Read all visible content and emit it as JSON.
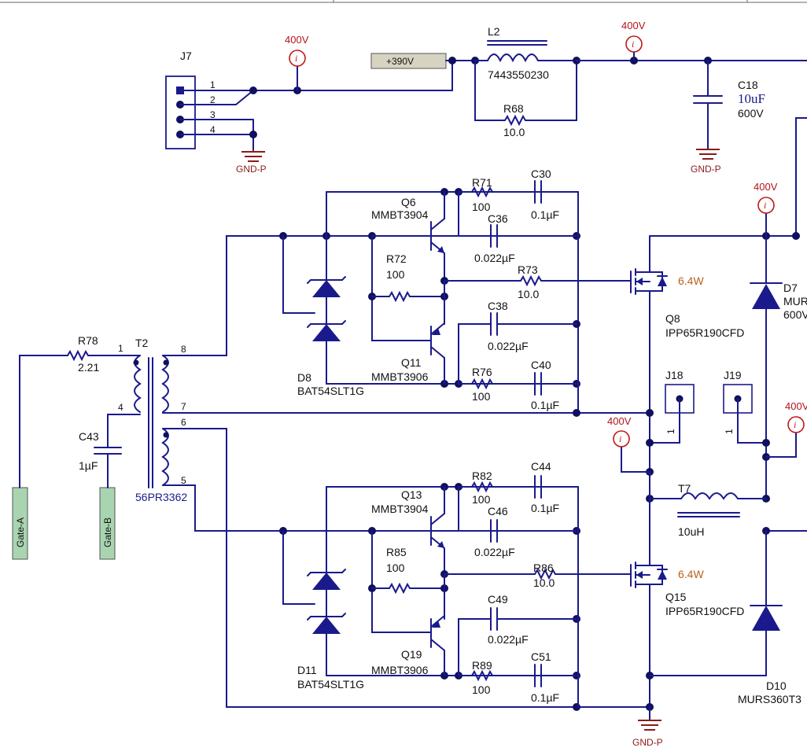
{
  "labels": {
    "J7": "J7",
    "pin1": "1",
    "pin2": "2",
    "pin3": "3",
    "pin4": "4",
    "v390": "+390V",
    "L2": "L2",
    "L2pn": "7443550230",
    "R68": "R68",
    "R68v": "10.0",
    "C18": "C18",
    "C18v": "10uF",
    "C18r": "600V",
    "Q6": "Q6",
    "Q6pn": "MMBT3904",
    "R71": "R71",
    "R71v": "100",
    "C30": "C30",
    "C30v": "0.1µF",
    "C36": "C36",
    "C36v": "0.022µF",
    "R72": "R72",
    "R72v": "100",
    "R73": "R73",
    "R73v": "10.0",
    "C38": "C38",
    "C38v": "0.022µF",
    "Q11": "Q11",
    "Q11pn": "MMBT3906",
    "R76": "R76",
    "R76v": "100",
    "C40": "C40",
    "C40v": "0.1µF",
    "D8": "D8",
    "D8pn": "BAT54SLT1G",
    "Q8": "Q8",
    "Q8pn": "IPP65R190CFD",
    "Q8pw": "6.4W",
    "D7": "D7",
    "D7pn": "MUR",
    "D7r": "600V",
    "R78": "R78",
    "R78v": "2.21",
    "T2": "T2",
    "T2pn": "56PR3362",
    "tp1": "1",
    "tp4": "4",
    "tp5": "5",
    "tp6": "6",
    "tp7": "7",
    "tp8": "8",
    "C43": "C43",
    "C43v": "1µF",
    "J18": "J18",
    "J19": "J19",
    "J18p": "1",
    "J19p": "1",
    "T7": "T7",
    "T7v": "10uH",
    "Q13": "Q13",
    "Q13pn": "MMBT3904",
    "R82": "R82",
    "R82v": "100",
    "C44": "C44",
    "C44v": "0.1µF",
    "C46": "C46",
    "C46v": "0.022µF",
    "R85": "R85",
    "R85v": "100",
    "R86": "R86",
    "R86v": "10.0",
    "Q15": "Q15",
    "Q15pn": "IPP65R190CFD",
    "Q15pw": "6.4W",
    "C49": "C49",
    "C49v": "0.022µF",
    "Q19": "Q19",
    "Q19pn": "MMBT3906",
    "R89": "R89",
    "R89v": "100",
    "C51": "C51",
    "C51v": "0.1µF",
    "D11": "D11",
    "D11pn": "BAT54SLT1G",
    "D10": "D10",
    "D10pn": "MURS360T3",
    "gateA": "Gate-A",
    "gateB": "Gate-B",
    "gnd": "GND-P",
    "v400": "400V",
    "probeI": "i"
  },
  "colors": {
    "wire": "#1a1a8c",
    "junction": "#10105f",
    "probe": "#c01818",
    "ground": "#8b1a1a",
    "power_label": "#b9601b",
    "port_fill": "#a8d5b0"
  }
}
